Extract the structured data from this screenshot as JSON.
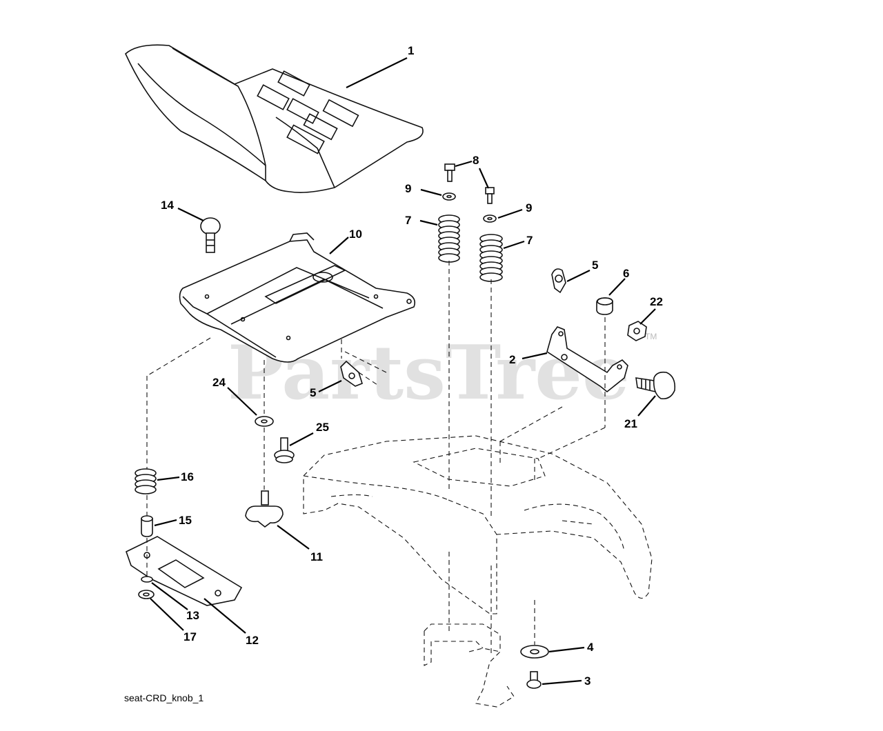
{
  "watermark": {
    "text": "PartsTree",
    "tm": "TM"
  },
  "caption": "seat-CRD_knob_1",
  "callouts": [
    {
      "id": "c1",
      "label": "1"
    },
    {
      "id": "c8",
      "label": "8"
    },
    {
      "id": "c9a",
      "label": "9"
    },
    {
      "id": "c9b",
      "label": "9"
    },
    {
      "id": "c7a",
      "label": "7"
    },
    {
      "id": "c7b",
      "label": "7"
    },
    {
      "id": "c14",
      "label": "14"
    },
    {
      "id": "c10",
      "label": "10"
    },
    {
      "id": "c5a",
      "label": "5"
    },
    {
      "id": "c6",
      "label": "6"
    },
    {
      "id": "c22",
      "label": "22"
    },
    {
      "id": "c2",
      "label": "2"
    },
    {
      "id": "c5b",
      "label": "5"
    },
    {
      "id": "c24",
      "label": "24"
    },
    {
      "id": "c25",
      "label": "25"
    },
    {
      "id": "c21",
      "label": "21"
    },
    {
      "id": "c16",
      "label": "16"
    },
    {
      "id": "c15",
      "label": "15"
    },
    {
      "id": "c11",
      "label": "11"
    },
    {
      "id": "c13",
      "label": "13"
    },
    {
      "id": "c12",
      "label": "12"
    },
    {
      "id": "c17",
      "label": "17"
    },
    {
      "id": "c4",
      "label": "4"
    },
    {
      "id": "c3",
      "label": "3"
    }
  ]
}
